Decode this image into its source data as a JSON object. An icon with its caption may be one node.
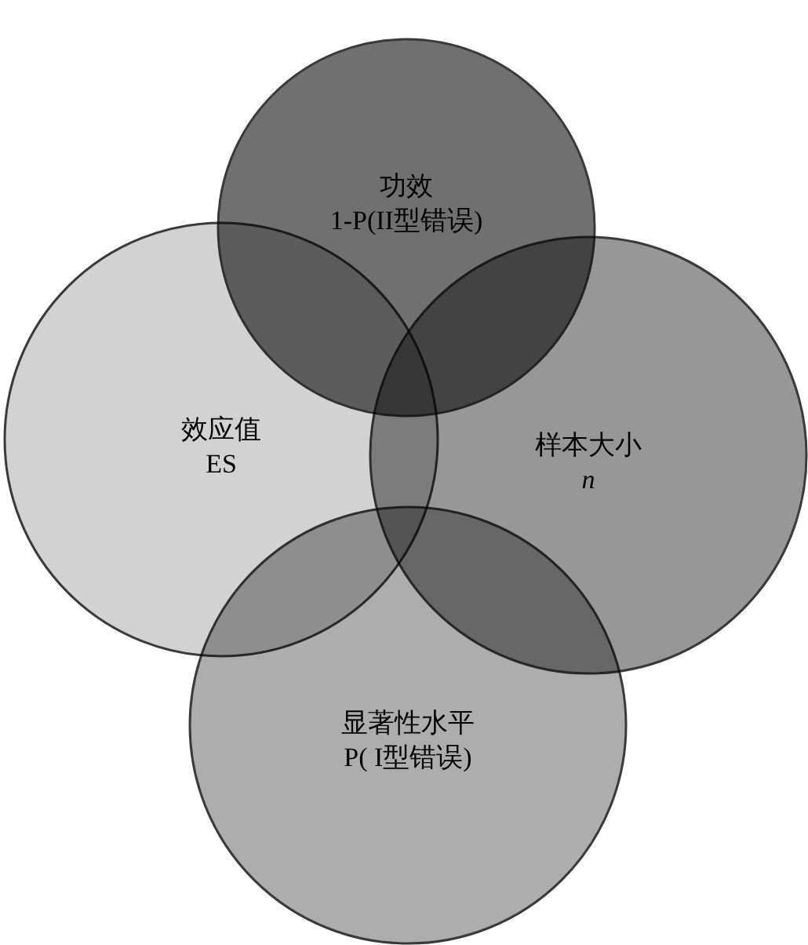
{
  "diagram": {
    "nodes": [
      {
        "text": [
          "功效",
          "1-P(II型错误)"
        ]
      },
      {
        "text": [
          "效应值",
          "ES"
        ]
      },
      {
        "text": [
          "样本大小",
          "n"
        ]
      },
      {
        "text": [
          "显著性水平",
          "P( I型错误)"
        ]
      }
    ],
    "edges": []
  }
}
